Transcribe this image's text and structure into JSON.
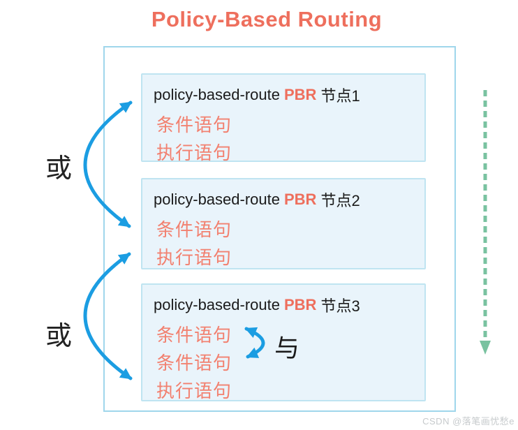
{
  "title": "Policy-Based Routing",
  "nodes": [
    {
      "title_prefix": "policy-based-route",
      "title_keyword": "PBR",
      "title_suffix": "节点1",
      "statements": [
        "条件语句",
        "执行语句"
      ]
    },
    {
      "title_prefix": "policy-based-route",
      "title_keyword": "PBR",
      "title_suffix": "节点2",
      "statements": [
        "条件语句",
        "执行语句"
      ]
    },
    {
      "title_prefix": "policy-based-route",
      "title_keyword": "PBR",
      "title_suffix": "节点3",
      "statements": [
        "条件语句",
        "条件语句",
        "执行语句"
      ]
    }
  ],
  "labels": {
    "or_top": "或",
    "or_bottom": "或",
    "and": "与"
  },
  "watermark": "CSDN @落笔画忧愁e",
  "colors": {
    "title_accent": "#ee6f5d",
    "pbr_keyword": "#ee6f5d",
    "statement_text": "#f28170",
    "node_title_text": "#1b1b1b",
    "box_background": "#e9f4fb",
    "box_border": "#bfe4f1",
    "container_border": "#9fd6eb",
    "or_and_arrow_blue": "#1b9de2",
    "flow_arrow_green": "#79c2a0",
    "watermark_gray": "#c6cacc"
  }
}
